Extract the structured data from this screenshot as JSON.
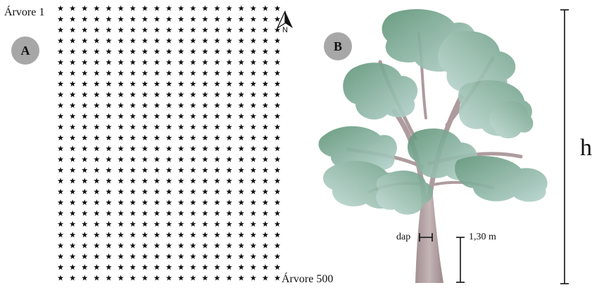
{
  "panel_a": {
    "badge": "A",
    "first_tree_label": "Árvore 1",
    "last_tree_label": "Árvore 500",
    "north_label": "N",
    "grid": {
      "columns": 19,
      "rows": 26
    }
  },
  "panel_b": {
    "badge": "B",
    "dap_label": "dap",
    "height_marker_label": "1,30 m",
    "total_height_label": "h"
  },
  "colors": {
    "badge": "#a7a7a7",
    "trunk": "#b4a2a4",
    "foliage_dark": "#6a9c84",
    "foliage_light": "#a9c9c3",
    "ink": "#111111"
  },
  "icons": [
    "north-arrow-icon",
    "star-marker-icon",
    "tree-illustration"
  ]
}
